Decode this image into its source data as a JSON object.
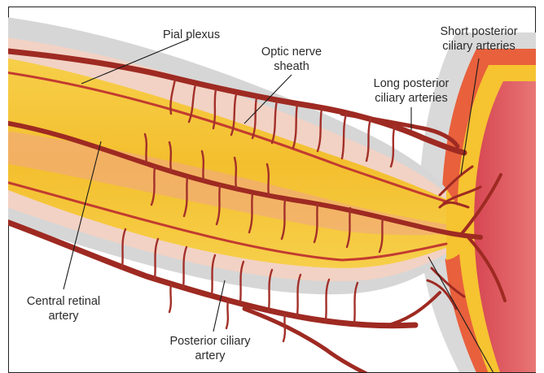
{
  "labels": {
    "pial_plexus": "Pial plexus",
    "optic_nerve_sheath": [
      "Optic nerve",
      "sheath"
    ],
    "short_posterior": [
      "Short posterior",
      "ciliary arteries"
    ],
    "long_posterior": [
      "Long posterior",
      "ciliary arteries"
    ],
    "central_retinal": [
      "Central retinal",
      "artery"
    ],
    "posterior_ciliary": [
      "Posterior ciliary",
      "artery"
    ]
  },
  "colors": {
    "sheath": "#d9d9d9",
    "nerve": "#f5c63a",
    "pia": "#f3cfc0",
    "artery": "#a02c25",
    "globe": "#d9505a",
    "choroid": "#e8603c",
    "retina": "#f6c331"
  }
}
